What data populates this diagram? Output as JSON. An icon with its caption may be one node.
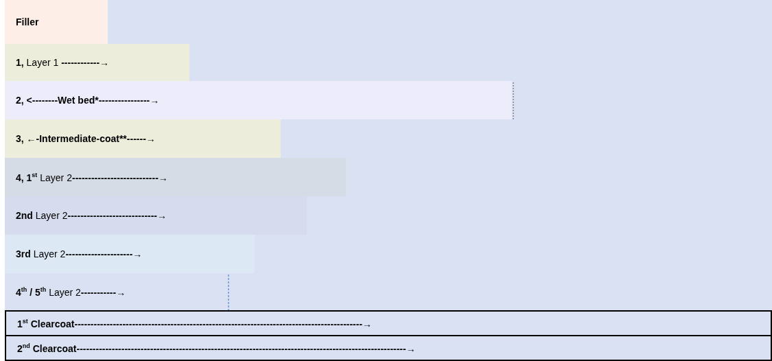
{
  "diagram": {
    "nodes": [
      {
        "text": [
          "Filler"
        ]
      },
      {
        "text": [
          "**1,** Layer 1 **------------→**"
        ]
      },
      {
        "text": [
          "2, <--------Wet bed*----------------→"
        ]
      },
      {
        "text": [
          "3, ←-Intermediate-coat**------→"
        ]
      },
      {
        "text": [
          "**4, 1**$^{st}$ Layer 2**---------------------------→**"
        ]
      },
      {
        "text": [
          "**2nd** Layer 2**----------------------------→**"
        ]
      },
      {
        "text": [
          "**3rd** Layer 2**---------------------→**"
        ]
      },
      {
        "text": [
          "**4**$^{th}$ **/ 5**$^{th}$ Layer 2**-----------→**"
        ]
      },
      {
        "text": [
          "1$^{st}$ Clearcoat------------------------------------------------------------------------------------------→"
        ]
      },
      {
        "text": [
          "2$^{nd}$ Clearcoat-------------------------------------------------------------------------------------------------------→"
        ]
      }
    ]
  }
}
